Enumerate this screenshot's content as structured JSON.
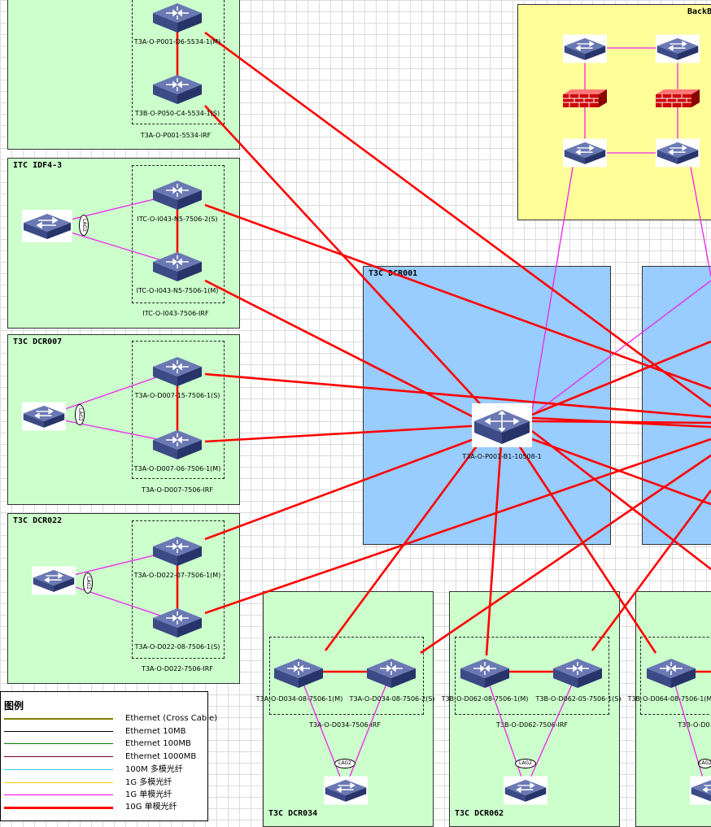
{
  "zones": {
    "top_left_partial": {
      "title": ""
    },
    "itc_idf4_3": {
      "title": "ITC IDF4-3"
    },
    "t3c_dcr007": {
      "title": "T3C DCR007"
    },
    "t3c_dcr022": {
      "title": "T3C DCR022"
    },
    "t3c_dcr001": {
      "title": "T3C DCR001"
    },
    "backbone": {
      "title": "BackB"
    },
    "t3c_dcr034": {
      "title": "T3C DCR034"
    },
    "t3c_dcr062": {
      "title": "T3C DCR062"
    }
  },
  "irf_groups": {
    "p001": {
      "label": "T3A-O-P001-5534-IRF"
    },
    "i043": {
      "label": "ITC-O-I043-7506-IRF"
    },
    "d007": {
      "label": "T3A-O-D007-7506-IRF"
    },
    "d022": {
      "label": "T3A-O-D022-7506-IRF"
    },
    "d034": {
      "label": "T3A-O-D034-7506-IRF"
    },
    "d062": {
      "label": "T3B-O-D062-7506-IRF"
    },
    "d064": {
      "label": "T3B-O-D0"
    }
  },
  "devices": {
    "p001_06": {
      "label": "T3A-O-P001-D6-5534-1(M)"
    },
    "p050_c4": {
      "label": "T3B-O-P050-C4-5534-1(S)"
    },
    "i043_n5_s": {
      "label": "ITC-O-I043-N5-7506-2(S)"
    },
    "i043_n5_m": {
      "label": "ITC-O-I043-N5-7506-1(M)"
    },
    "d007_15": {
      "label": "T3A-O-D007-15-7506-1(S)"
    },
    "d007_06": {
      "label": "T3A-O-D007-06-7506-1(M)"
    },
    "d022_07": {
      "label": "T3A-O-D022-07-7506-1(M)"
    },
    "d022_08": {
      "label": "T3A-O-D022-08-7506-1(S)"
    },
    "core": {
      "label": "T3A-O-P001-B1-10508-1"
    },
    "d034_m": {
      "label": "T3A-O-D034-08-7506-1(M)"
    },
    "d034_s": {
      "label": "T3A-O-D034-08-7506-2(S)"
    },
    "d062_m": {
      "label": "T3B-O-D062-08-7506-1(M)"
    },
    "d062_s": {
      "label": "T3B-O-D062-05-7506-1(S)"
    },
    "d064_m": {
      "label": "T3B-O-D064-08-7506-1(M)"
    }
  },
  "lag_label": "LAG2",
  "legend": {
    "title": "图例",
    "items": [
      {
        "label": "Ethernet (Cross Cable)",
        "color": "#808000"
      },
      {
        "label": "Ethernet 10MB",
        "color": "#000000"
      },
      {
        "label": "Ethernet 100MB",
        "color": "#008000"
      },
      {
        "label": "Ethernet 1000MB",
        "color": "#800040"
      },
      {
        "label": "100M 多模光纤",
        "color": "#33ccff"
      },
      {
        "label": "1G  多模光纤",
        "color": "#ffcc00"
      },
      {
        "label": "1G  单模光纤",
        "color": "#ff00ff"
      },
      {
        "label": "10G 单模光纤",
        "color": "#ff0000"
      }
    ]
  },
  "colors": {
    "link_10g": "#ff0000",
    "link_1g_sm": "#ee22ee",
    "zone_green": "#ccffcc",
    "zone_blue": "#99ccff",
    "zone_yellow": "#ffff99"
  },
  "icons": {
    "l3_switch": "router-switch-icon",
    "l2_switch": "switch-icon",
    "core": "core-switch-icon",
    "firewall": "firewall-icon"
  }
}
